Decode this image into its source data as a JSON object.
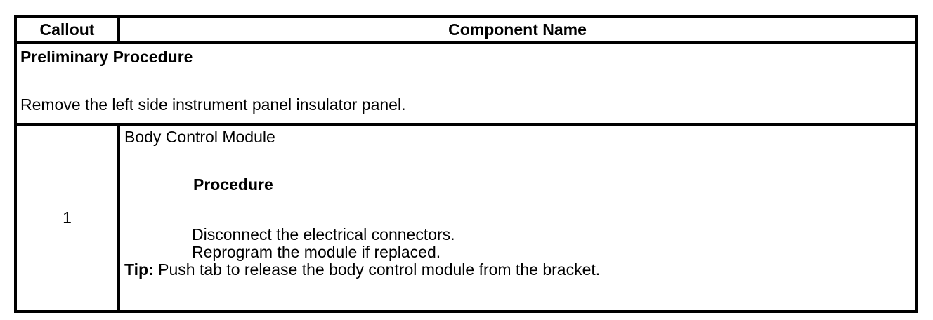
{
  "colors": {
    "page_background": "#ffffff",
    "border": "#000000",
    "text": "#000000"
  },
  "table": {
    "header": {
      "callout": "Callout",
      "component_name": "Component Name"
    },
    "preliminary_row": {
      "title": "Preliminary Procedure",
      "instruction": "Remove the left side instrument panel insulator panel."
    },
    "rows": [
      {
        "callout": "1",
        "component_name": "Body Control Module",
        "procedure_heading": "Procedure",
        "steps": [
          "Disconnect the electrical connectors.",
          "Reprogram the module if replaced."
        ],
        "tip_label": "Tip:",
        "tip_text": "Push tab to release the body control module from the bracket."
      }
    ]
  }
}
